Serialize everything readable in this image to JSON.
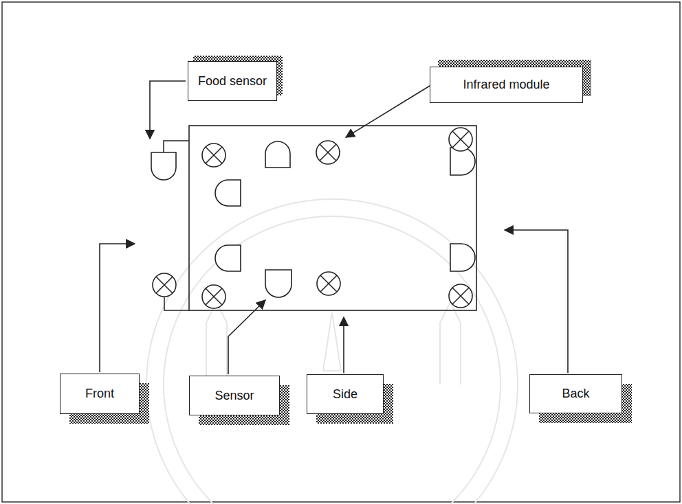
{
  "diagram": {
    "nodes": [
      {
        "text": [
          "Food sensor"
        ]
      },
      {
        "text": [
          "Infrared module"
        ]
      },
      {
        "text": [
          "Front"
        ]
      },
      {
        "text": [
          "Sensor"
        ]
      },
      {
        "text": [
          "Side"
        ]
      },
      {
        "text": [
          "Back"
        ]
      }
    ]
  }
}
